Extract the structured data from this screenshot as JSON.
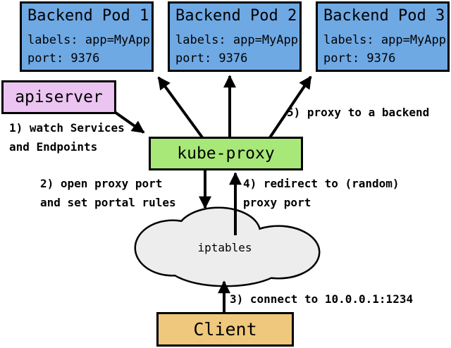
{
  "diagram": {
    "nodes": {
      "pods": [
        {
          "title": "Backend Pod 1",
          "labels": "labels: app=MyApp",
          "port": "port: 9376"
        },
        {
          "title": "Backend Pod 2",
          "labels": "labels: app=MyApp",
          "port": "port: 9376"
        },
        {
          "title": "Backend Pod 3",
          "labels": "labels: app=MyApp",
          "port": "port: 9376"
        }
      ],
      "apiserver": {
        "label": "apiserver"
      },
      "kube_proxy": {
        "label": "kube-proxy"
      },
      "iptables": {
        "label": "iptables"
      },
      "client": {
        "label": "Client"
      }
    },
    "steps": [
      {
        "line1": "1) watch Services",
        "line2": "and Endpoints"
      },
      {
        "line1": "2) open proxy port",
        "line2": "and set portal rules"
      },
      {
        "line1": "3) connect to 10.0.0.1:1234",
        "line2": ""
      },
      {
        "line1": "4) redirect to (random)",
        "line2": "proxy port"
      },
      {
        "line1": "5) proxy to a backend",
        "line2": ""
      }
    ],
    "colors": {
      "pod_fill": "#6FA9E4",
      "apiserver_fill": "#EBC4F1",
      "kube_proxy_fill": "#A8E878",
      "client_fill": "#EFC87D",
      "cloud_fill": "#EDEDED",
      "outline": "#000000"
    }
  }
}
